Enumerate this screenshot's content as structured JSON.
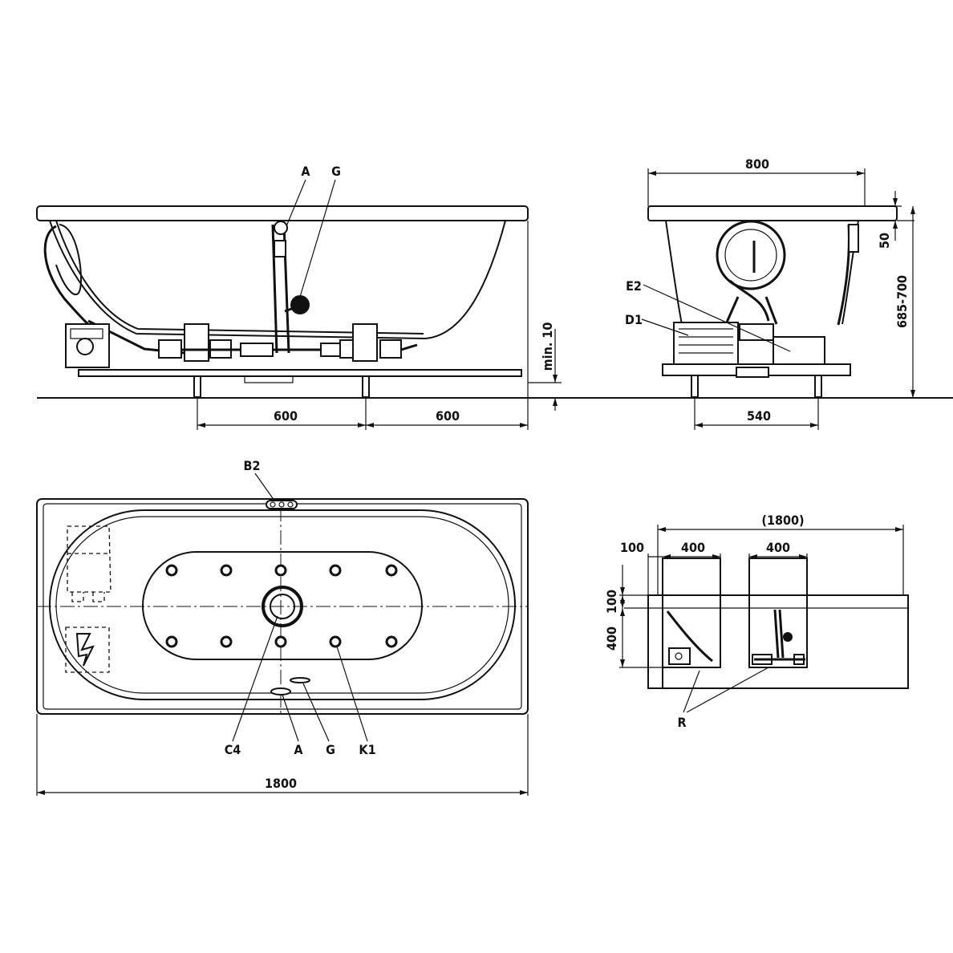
{
  "labels": {
    "front_a": "A",
    "front_g": "G",
    "min10": "min. 10",
    "dim_600_left": "600",
    "dim_600_right": "600",
    "side_800": "800",
    "side_50": "50",
    "side_685_700": "685-700",
    "side_e2": "E2",
    "side_d1": "D1",
    "side_540": "540",
    "plan_b2": "B2",
    "plan_c4": "C4",
    "plan_a": "A",
    "plan_g": "G",
    "plan_k1": "K1",
    "plan_1800": "1800",
    "small_1800": "(1800)",
    "small_100_h": "100",
    "small_400_a": "400",
    "small_400_b": "400",
    "small_100_v": "100",
    "small_400_v": "400",
    "small_r": "R"
  }
}
